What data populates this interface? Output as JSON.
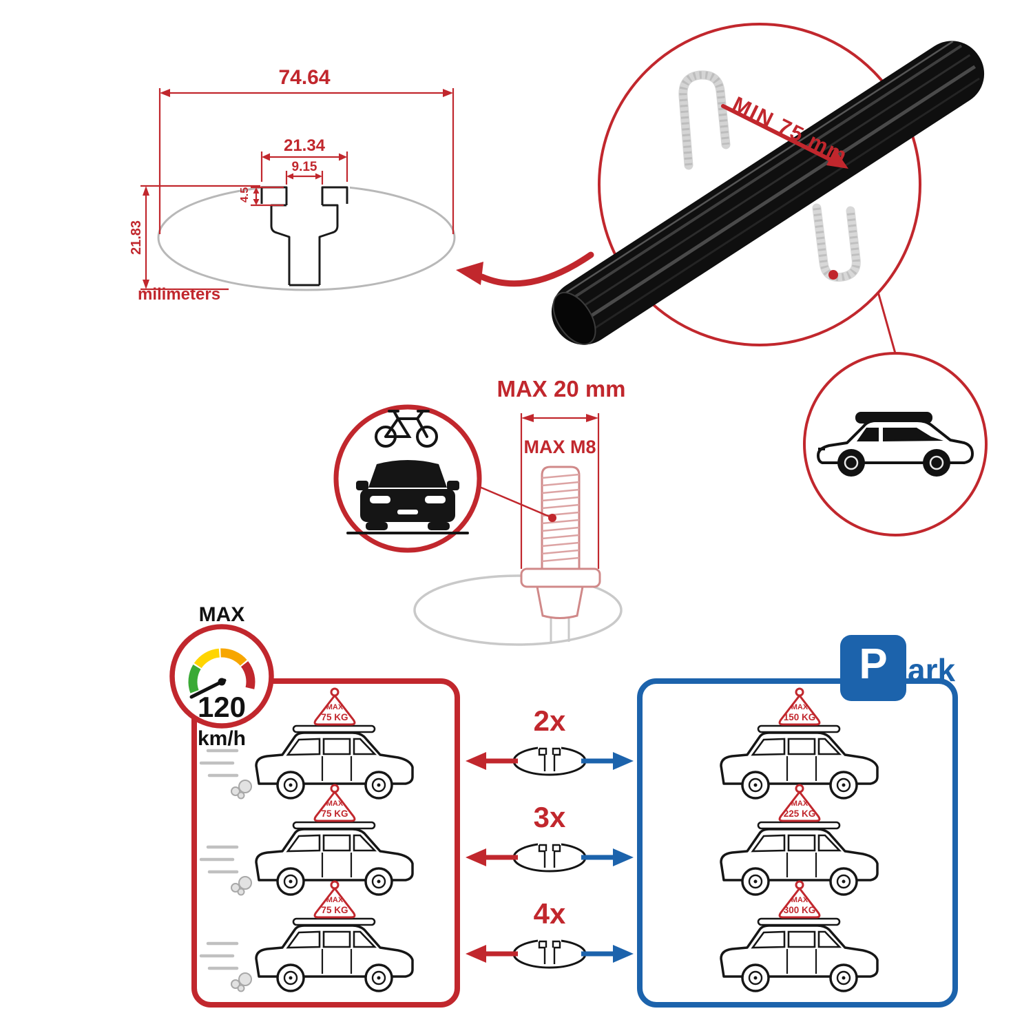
{
  "colors": {
    "accent_red": "#c1272d",
    "accent_blue": "#1c63ac",
    "bar_black": "#0f0f0f"
  },
  "profile_drawing": {
    "overall_width_mm": "74.64",
    "slot_outer_width_mm": "21.34",
    "slot_opening_mm": "9.15",
    "lip_depth_mm": "4.5",
    "overall_height_mm": "21.83",
    "units_label": "milimeters"
  },
  "crossbar_detail": {
    "min_span_label": "MIN 75 mm"
  },
  "bolt_detail": {
    "max_width_label": "MAX 20 mm",
    "max_thread_label": "MAX M8"
  },
  "speed_limit": {
    "label": "MAX",
    "value": "120",
    "unit": "km/h"
  },
  "parking_sign": {
    "letter": "P",
    "suffix": "ark"
  },
  "capacity_rows": [
    {
      "bar_count": "2x",
      "driving_label": "MAX",
      "driving_load": "75 KG",
      "parked_label": "MAX",
      "parked_load": "150 KG"
    },
    {
      "bar_count": "3x",
      "driving_label": "MAX",
      "driving_load": "75 KG",
      "parked_label": "MAX",
      "parked_load": "225 KG"
    },
    {
      "bar_count": "4x",
      "driving_label": "MAX",
      "driving_load": "75 KG",
      "parked_label": "MAX",
      "parked_load": "300 KG"
    }
  ]
}
